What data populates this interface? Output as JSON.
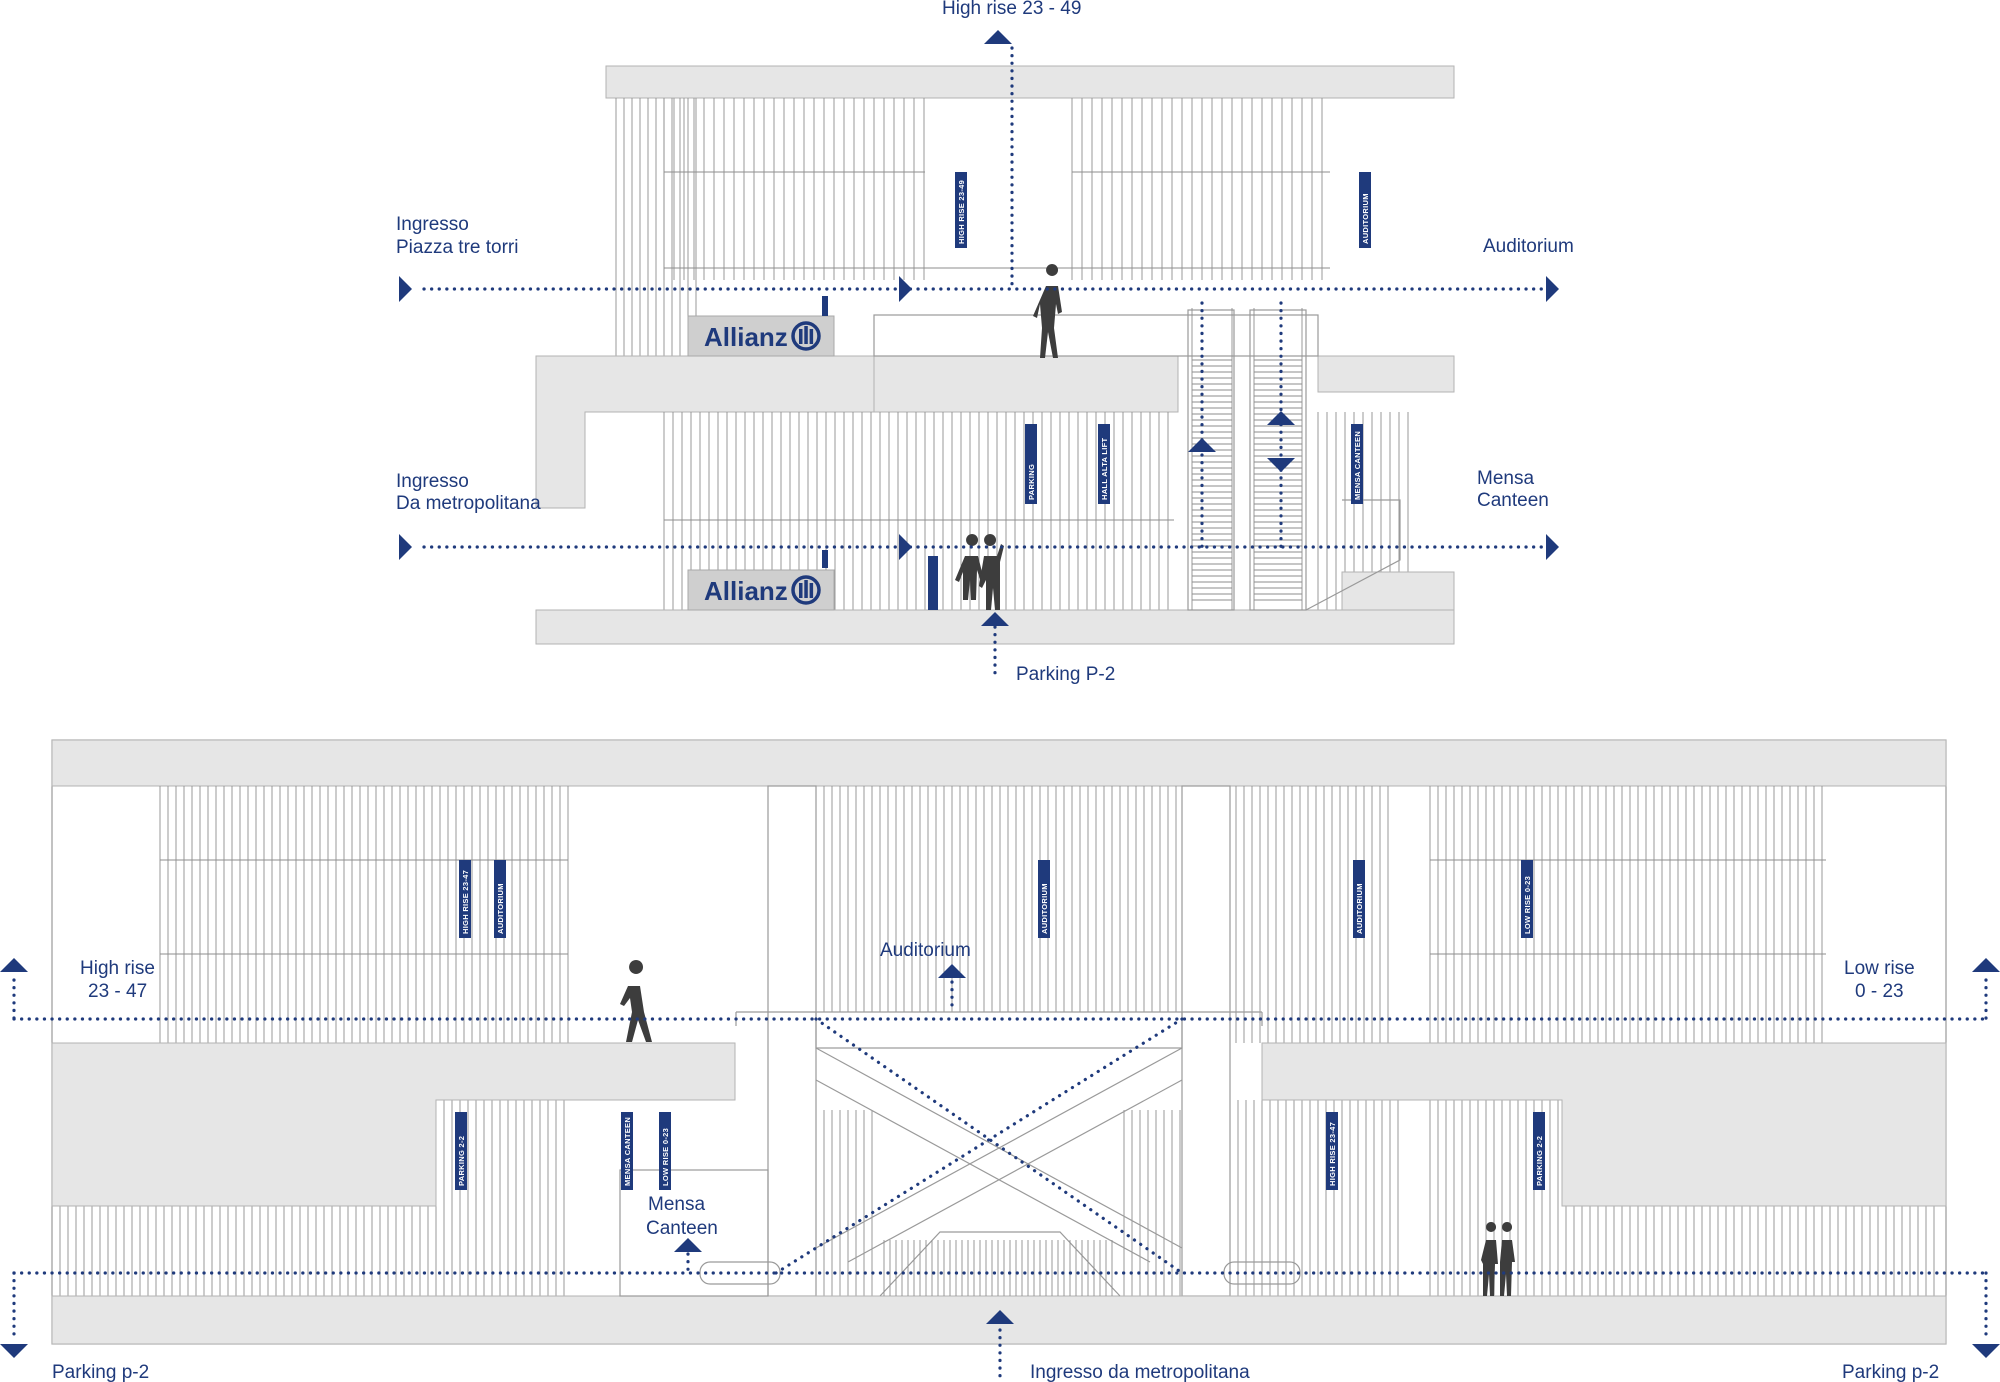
{
  "upper_section": {
    "labels": {
      "high_rise": "High rise  23 - 49",
      "ingresso_piazza_line1": "Ingresso",
      "ingresso_piazza_line2": "Piazza tre torri",
      "auditorium": "Auditorium",
      "ingresso_metro_line1": "Ingresso",
      "ingresso_metro_line2": "Da  metropolitana",
      "mensa_line1": "Mensa",
      "mensa_line2": "Canteen",
      "parking": "Parking  P-2"
    },
    "signs": {
      "high_rise": "HIGH RISE 23-49",
      "auditorium": "AUDITORIUM",
      "parking": "PARKING",
      "hall_alta_lift": "HALL ALTA LIFT",
      "mensa_canteen": "MENSA CANTEEN"
    },
    "logo": "Allianz"
  },
  "lower_section": {
    "labels": {
      "high_rise_line1": "High rise",
      "high_rise_line2": "23 - 47",
      "auditorium": "Auditorium",
      "low_rise_line1": "Low rise",
      "low_rise_line2": "0 - 23",
      "mensa_line1": "Mensa",
      "mensa_line2": "Canteen",
      "parking_left": "Parking  p-2",
      "ingresso": "Ingresso da metropolitana",
      "parking_right": "Parking  p-2"
    },
    "signs": {
      "high_rise_left": "HIGH RISE 23-47",
      "auditorium_left": "AUDITORIUM",
      "auditorium_center": "AUDITORIUM",
      "auditorium_right": "AUDITORIUM",
      "low_rise_top": "LOW RISE 0-23",
      "parking_left": "PARKING 2-2",
      "mensa_canteen": "MENSA CANTEEN",
      "low_rise_mid": "LOW RISE 0-23",
      "high_rise_right": "HIGH RISE 23-47",
      "parking_right": "PARKING 2-2"
    }
  },
  "colors": {
    "accent": "#1f3a7c",
    "slab": "#e6e6e6",
    "line": "#8e8e8e",
    "figure": "#3d3d3d"
  }
}
